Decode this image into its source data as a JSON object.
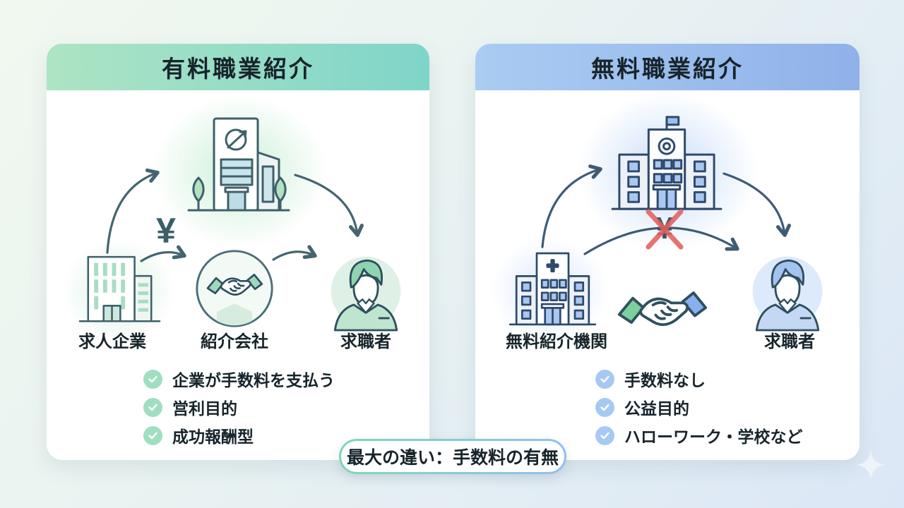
{
  "cards": {
    "paid": {
      "title": "有料職業紹介",
      "fee_symbol": "¥",
      "labels": {
        "company": "求人企業",
        "broker": "紹介会社",
        "seeker": "求職者"
      },
      "checklist": [
        "企業が手数料を支払う",
        "営利目的",
        "成功報酬型"
      ],
      "colors": {
        "header_from": "#ade4c4",
        "header_to": "#7fd5c9",
        "check": "#9fdfc0",
        "arrow": "#44656f",
        "yen": "#3a5f6b"
      }
    },
    "free": {
      "title": "無料職業紹介",
      "fee_symbol": "¥",
      "fee_crossed_out": true,
      "labels": {
        "institution": "無料紹介機関",
        "seeker": "求職者"
      },
      "checklist": [
        "手数料なし",
        "公益目的",
        "ハローワーク・学校など"
      ],
      "colors": {
        "header_from": "#aaccf2",
        "header_to": "#8fb1e9",
        "check": "#a6c9f4",
        "arrow": "#3e5b76",
        "cross": "#e3605c",
        "yen": "#3d5666"
      }
    }
  },
  "footer": {
    "note": "最大の違い：手数料の有無"
  }
}
